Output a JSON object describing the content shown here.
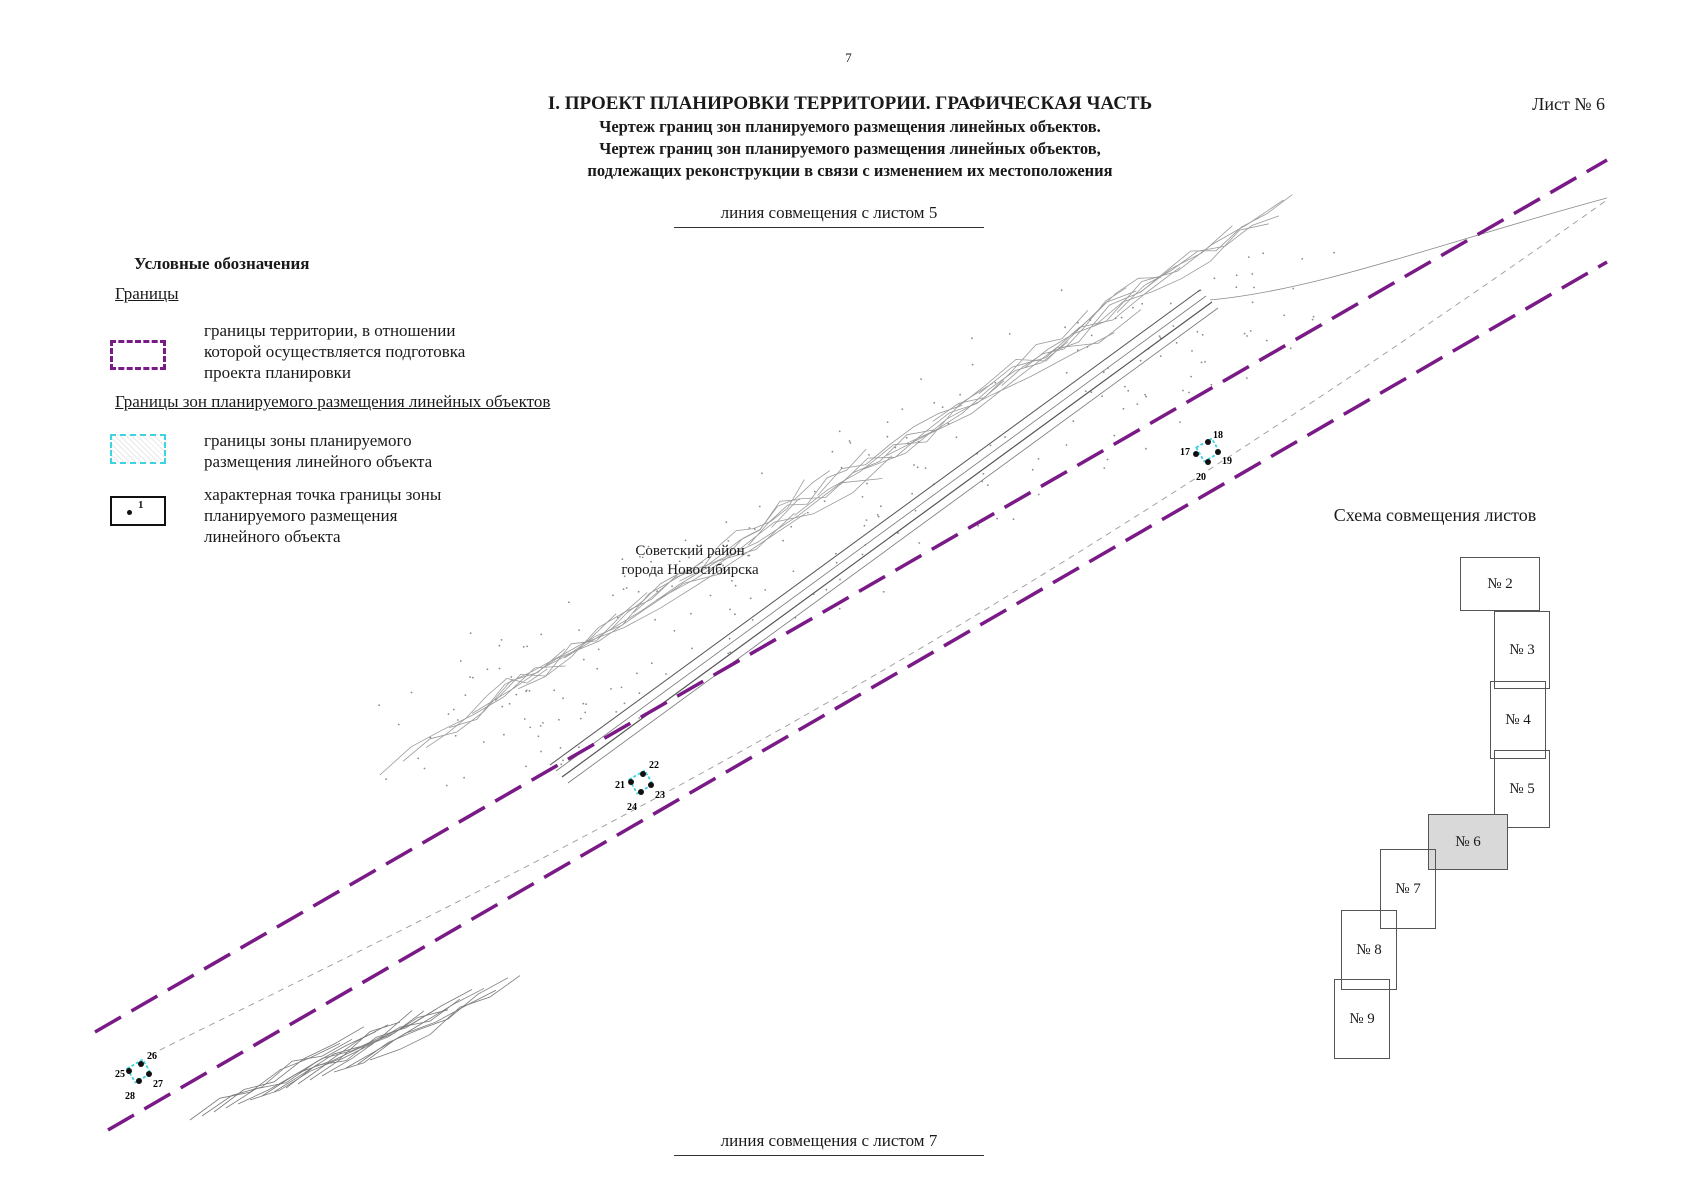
{
  "page": {
    "number": "7",
    "title": "I. ПРОЕКТ ПЛАНИРОВКИ ТЕРРИТОРИИ. ГРАФИЧЕСКАЯ ЧАСТЬ",
    "subtitles": [
      "Чертеж границ зон планируемого размещения линейных объектов.",
      "Чертеж границ зон планируемого размещения линейных объектов,",
      "подлежащих реконструкции в связи с изменением их местоположения"
    ],
    "sheet_label": "Лист № 6",
    "match_line_top": "линия совмещения с листом 5",
    "match_line_bottom": "линия совмещения с листом 7"
  },
  "legend": {
    "title": "Условные обозначения",
    "section_boundaries": "Границы",
    "boundary_text": [
      "границы территории, в отношении",
      "которой осуществляется подготовка",
      "проекта планировки"
    ],
    "section_zones": "Границы зон планируемого размещения линейных объектов",
    "zone_text": [
      "границы зоны планируемого",
      "размещения линейного объекта"
    ],
    "point_text": [
      "характерная точка границы зоны",
      "планируемого размещения",
      "линейного объекта"
    ],
    "point_swatch_label": "1"
  },
  "map": {
    "district_label": [
      "Советский район",
      "города Новосибирска"
    ],
    "boundary_color": "#7a1a86",
    "zone_color": "#3fd3e0",
    "point_groups": [
      {
        "labels": [
          "17",
          "18",
          "19",
          "20"
        ]
      },
      {
        "labels": [
          "21",
          "22",
          "23",
          "24"
        ]
      },
      {
        "labels": [
          "25",
          "26",
          "27",
          "28"
        ]
      }
    ]
  },
  "scheme": {
    "title": "Схема совмещения листов",
    "sheets": [
      {
        "label": "№ 2",
        "active": false
      },
      {
        "label": "№ 3",
        "active": false
      },
      {
        "label": "№ 4",
        "active": false
      },
      {
        "label": "№ 5",
        "active": false
      },
      {
        "label": "№ 6",
        "active": true
      },
      {
        "label": "№ 7",
        "active": false
      },
      {
        "label": "№ 8",
        "active": false
      },
      {
        "label": "№ 9",
        "active": false
      }
    ]
  }
}
